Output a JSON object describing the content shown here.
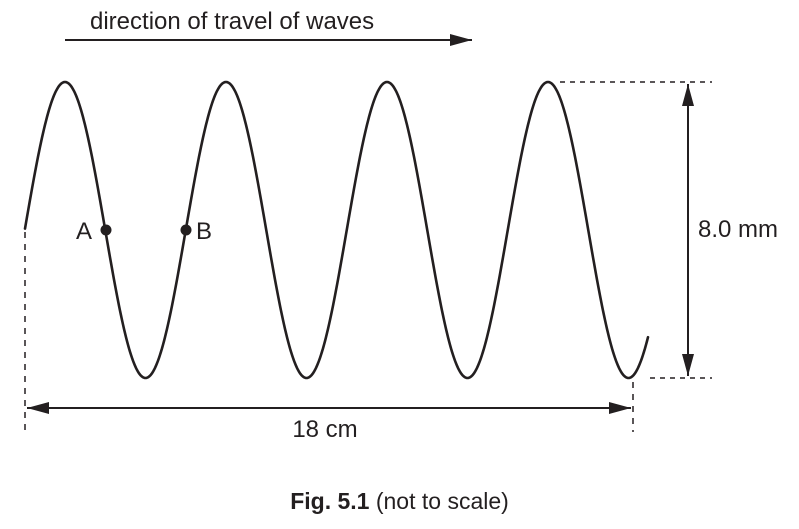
{
  "diagram": {
    "direction_label": "direction of travel of waves",
    "point_a_label": "A",
    "point_b_label": "B",
    "amplitude_label": "8.0 mm",
    "length_label": "18 cm",
    "caption_bold": "Fig. 5.1",
    "caption_rest": " (not to scale)"
  }
}
